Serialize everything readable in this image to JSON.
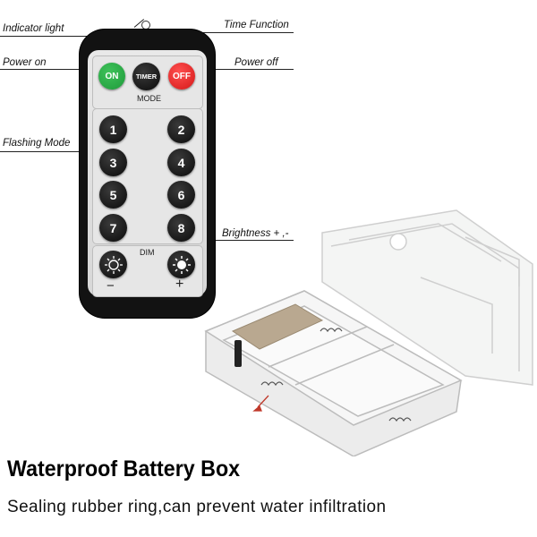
{
  "callouts": {
    "indicator_light": "Indicator light",
    "time_function": "Time Function",
    "power_on": "Power on",
    "power_off": "Power off",
    "flashing_mode": "Flashing Mode",
    "brightness": "Brightness + ,-"
  },
  "remote": {
    "on_label": "ON",
    "timer_label": "TIMER",
    "off_label": "OFF",
    "mode_label": "MODE",
    "mode_buttons": [
      "1",
      "2",
      "3",
      "4",
      "5",
      "6",
      "7",
      "8"
    ],
    "dim_label": "DIM",
    "minus_label": "−",
    "plus_label": "+"
  },
  "caption": {
    "title": "Waterproof Battery Box",
    "subtitle": "Sealing rubber ring,can prevent water infiltration"
  },
  "colors": {
    "on_button": "#1f9a3a",
    "off_button": "#e02424",
    "remote_body": "#121212"
  }
}
